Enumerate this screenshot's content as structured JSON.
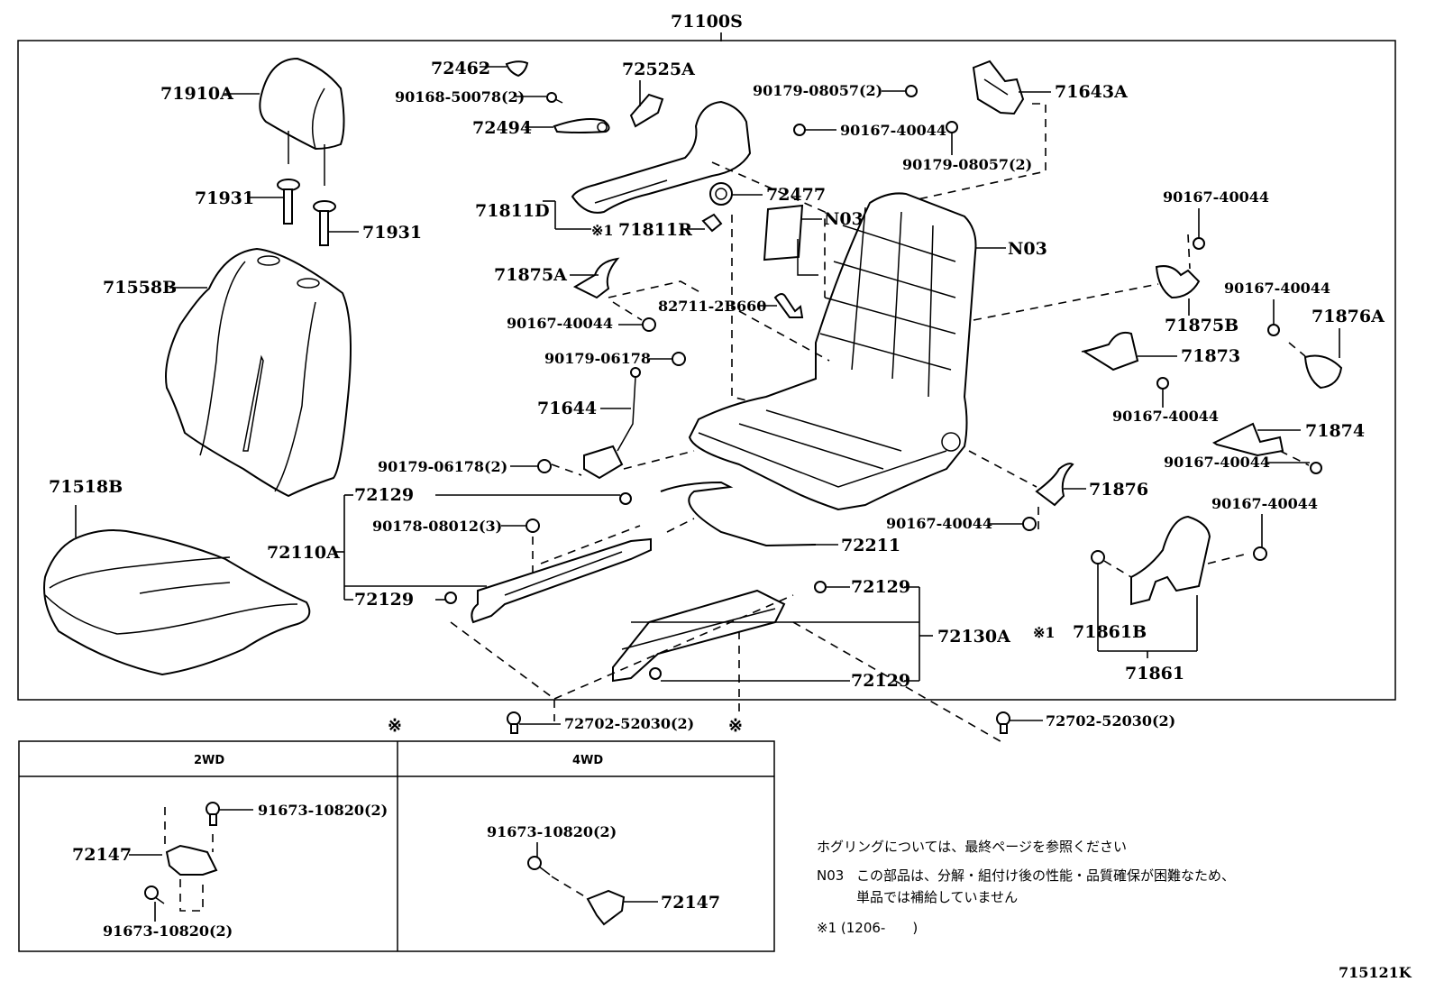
{
  "title": "71100S",
  "diagram_code": "715121K",
  "main_labels": {
    "headrest": "71910A",
    "headrest_support_1": "71931",
    "headrest_support_2": "71931",
    "seatback_cover": "71558B",
    "cushion_cover": "71518B",
    "cap_72462": "72462",
    "screw_90168": "90168-50078(2)",
    "handle_72494": "72494",
    "clip_72525A": "72525A",
    "shield_71811D": "71811D",
    "shield_71811R": "71811R",
    "footnote_mark_71811R": "※1",
    "cover_72477": "72477",
    "n03_pad": "N03",
    "n03_frame": "N03",
    "nut_top_1": "90179-08057(2)",
    "screw_top": "90167-40044",
    "nut_top_2": "90179-08057(2)",
    "adjuster_71643A": "71643A",
    "cover_71875A": "71875A",
    "connector_82711": "82711-2B660",
    "screw_left_1": "90167-40044",
    "nut_06178": "90179-06178",
    "wire_71644": "71644",
    "nut_06178_2": "90179-06178(2)",
    "screw_right_1": "90167-40044",
    "cover_71875B": "71875B",
    "screw_right_2": "90167-40044",
    "cover_71876A": "71876A",
    "bracket_71873": "71873",
    "screw_right_3": "90167-40044",
    "cover_71874": "71874",
    "screw_right_4": "90167-40044",
    "cover_71876": "71876",
    "screw_right_5": "90167-40044",
    "screw_right_6": "90167-40044",
    "rail_72110A": "72110A",
    "clip_72129_a": "72129",
    "nut_08012": "90178-08012(3)",
    "clip_72129_b": "72129",
    "rod_72211": "72211",
    "clip_72129_c": "72129",
    "rail_72130A": "72130A",
    "clip_72129_d": "72129",
    "shield_71861B": "71861B",
    "footnote_mark_71861B": "※1",
    "shield_71861": "71861",
    "bolt_left": "72702-52030(2)",
    "bolt_right": "72702-52030(2)",
    "ref_mark_left": "※",
    "ref_mark_right": "※"
  },
  "variants": [
    {
      "header": "2WD",
      "labels": {
        "bolt_top": "91673-10820(2)",
        "bracket": "72147",
        "bolt_bottom": "91673-10820(2)"
      }
    },
    {
      "header": "4WD",
      "labels": {
        "bolt_top": "91673-10820(2)",
        "bracket": "72147"
      }
    }
  ],
  "notes": {
    "hog_ring": "ホグリングについては、最終ページを参照ください",
    "n03_code": "N03",
    "n03_line1": "この部品は、分解・組付け後の性能・品質確保が困難なため、",
    "n03_line2": "単品では補給していません",
    "footnote1": "※1 (1206-　　)"
  }
}
